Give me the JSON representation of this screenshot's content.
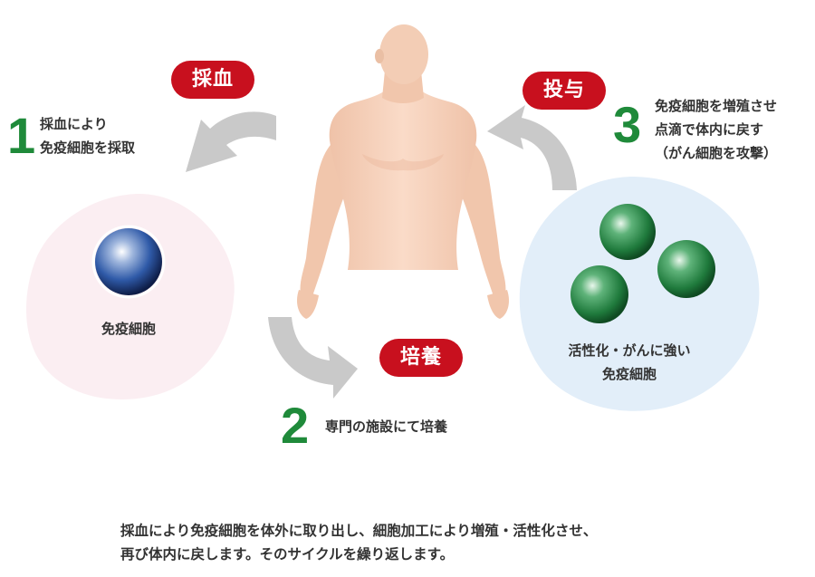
{
  "steps": [
    {
      "number": "1",
      "badge": "採血",
      "lines": [
        "採血により",
        "免疫細胞を採取"
      ]
    },
    {
      "number": "2",
      "badge": "培養",
      "lines": [
        "専門の施設にて培養"
      ]
    },
    {
      "number": "3",
      "badge": "投与",
      "lines": [
        "免疫細胞を増殖させ",
        "点滴で体内に戻す",
        "（がん細胞を攻撃）"
      ]
    }
  ],
  "cells": {
    "immune_label": "免疫細胞",
    "activated_label_lines": [
      "活性化・がんに強い",
      "免疫細胞"
    ]
  },
  "caption_lines": [
    "採血により免疫細胞を体外に取り出し、細胞加工により増殖・活性化させ、",
    "再び体内に戻します。そのサイクルを繰り返します。"
  ],
  "colors": {
    "badge": "#c8101e",
    "number": "#1f8a3a",
    "arrow": "#c9c9c9",
    "pink_blob": "#fbeef2",
    "blue_blob": "#e2eef9",
    "skin": "#f6d4bf",
    "green_cell": "#2f8f4b",
    "blue_cell": "#2f5aa8"
  }
}
